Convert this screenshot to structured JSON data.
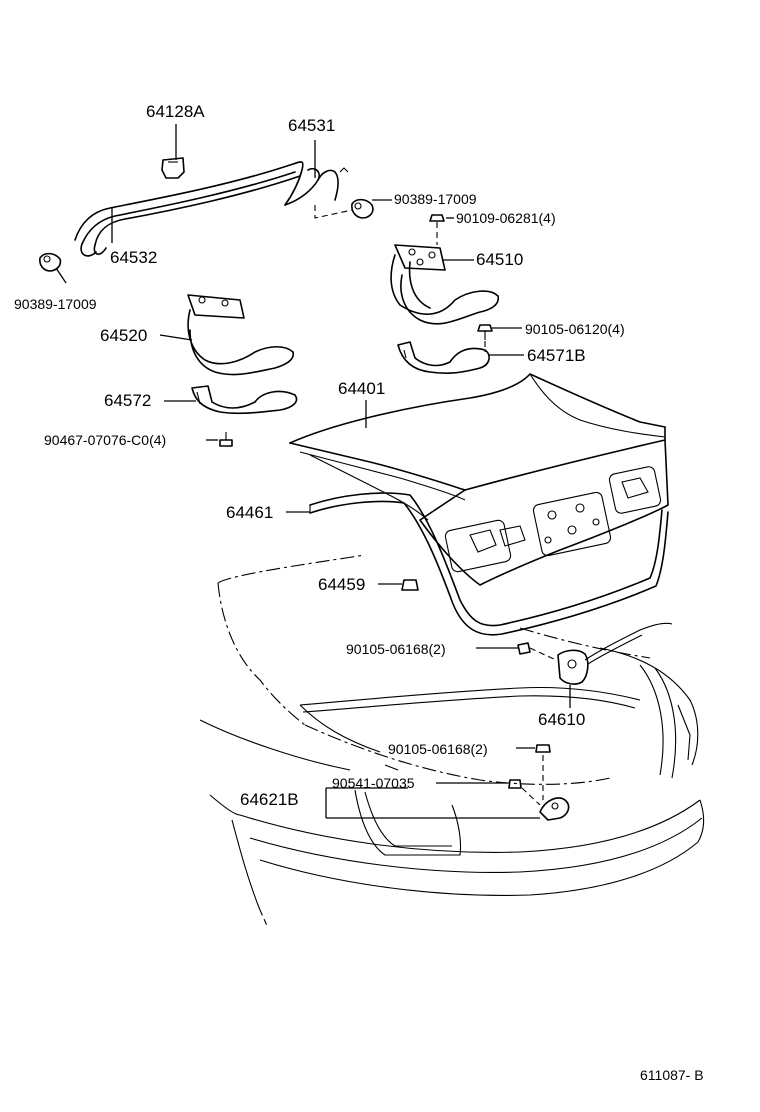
{
  "diagram_id": "611087- B",
  "labels": {
    "p64128A": "64128A",
    "p64531": "64531",
    "p90389_top": "90389-17009",
    "p90109": "90109-06281(4)",
    "p64532": "64532",
    "p64510": "64510",
    "p90389_left": "90389-17009",
    "p90105_06120": "90105-06120(4)",
    "p64520": "64520",
    "p64571B": "64571B",
    "p64401": "64401",
    "p64572": "64572",
    "p90467": "90467-07076-C0(4)",
    "p64461": "64461",
    "p64459": "64459",
    "p90105_06168_a": "90105-06168(2)",
    "p64610": "64610",
    "p90105_06168_b": "90105-06168(2)",
    "p90541": "90541-07035",
    "p64621B": "64621B"
  }
}
